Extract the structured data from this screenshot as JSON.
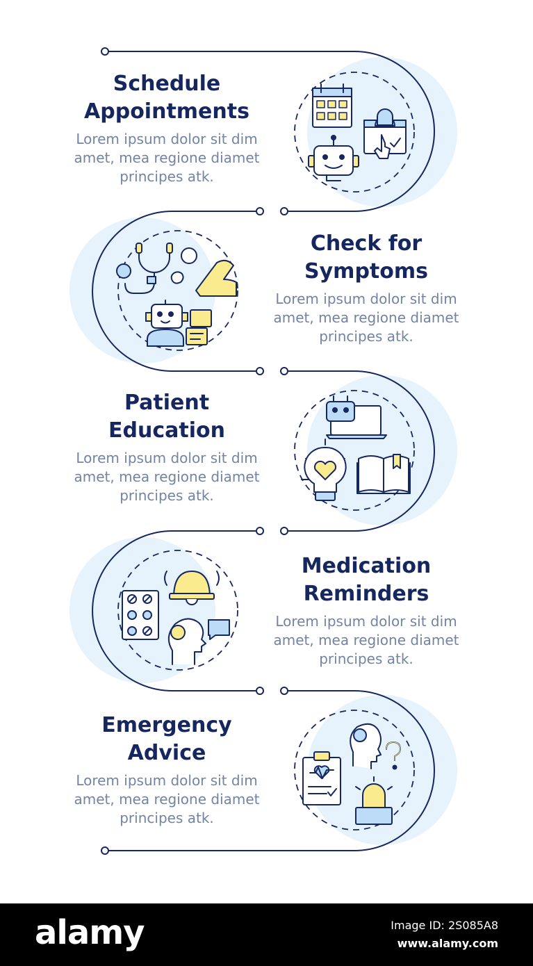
{
  "colors": {
    "navy": "#16265f",
    "body_text": "#7383a3",
    "circle_fill": "#e6f2fc",
    "icon_blue": "#bcdcf7",
    "icon_yellow": "#faeb8f",
    "footer_bg": "#000000"
  },
  "steps": [
    {
      "title_line1": "Schedule",
      "title_line2": "Appointments",
      "desc_line1": "Lorem ipsum dolor sit dim",
      "desc_line2": "amet, mea regione diamet",
      "desc_line3": "principes atk.",
      "icons": [
        "calendar-icon",
        "notification-bell-icon",
        "chatbot-icon"
      ]
    },
    {
      "title_line1": "Check for",
      "title_line2": "Symptoms",
      "desc_line1": "Lorem ipsum dolor sit dim",
      "desc_line2": "amet, mea regione diamet",
      "desc_line3": "principes atk.",
      "icons": [
        "stethoscope-icon",
        "cough-icon",
        "chatbot-icon"
      ]
    },
    {
      "title_line1": "Patient",
      "title_line2": "Education",
      "desc_line1": "Lorem ipsum dolor sit dim",
      "desc_line2": "amet, mea regione diamet",
      "desc_line3": "principes atk.",
      "icons": [
        "robot-laptop-icon",
        "heart-lightbulb-icon",
        "open-book-icon"
      ]
    },
    {
      "title_line1": "Medication",
      "title_line2": "Reminders",
      "desc_line1": "Lorem ipsum dolor sit dim",
      "desc_line2": "amet, mea regione diamet",
      "desc_line3": "principes atk.",
      "icons": [
        "pill-blister-icon",
        "bell-icon",
        "head-speech-icon"
      ]
    },
    {
      "title_line1": "Emergency",
      "title_line2": "Advice",
      "desc_line1": "Lorem ipsum dolor sit dim",
      "desc_line2": "amet, mea regione diamet",
      "desc_line3": "principes atk.",
      "icons": [
        "clipboard-heart-icon",
        "head-question-icon",
        "siren-icon"
      ]
    }
  ],
  "footer": {
    "logo": "alamy",
    "image_id": "Image ID: 2S085A8",
    "url": "www.alamy.com"
  }
}
